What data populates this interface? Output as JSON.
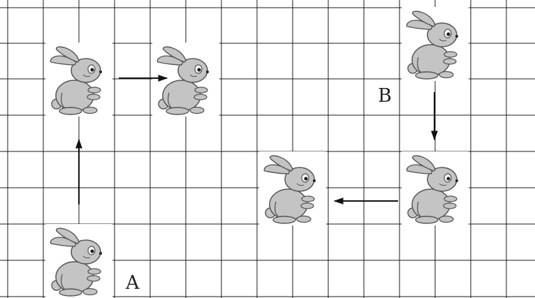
{
  "diagram": {
    "point_labels": {
      "a": "A",
      "b": "B"
    },
    "rabbit_count": 6,
    "arrow_count": 4,
    "colors": {
      "grid_line": "#1a1a1a",
      "arrow": "#111111",
      "rabbit_fill": "#c4c4c4",
      "rabbit_stroke": "#555555",
      "label": "#222222"
    }
  }
}
